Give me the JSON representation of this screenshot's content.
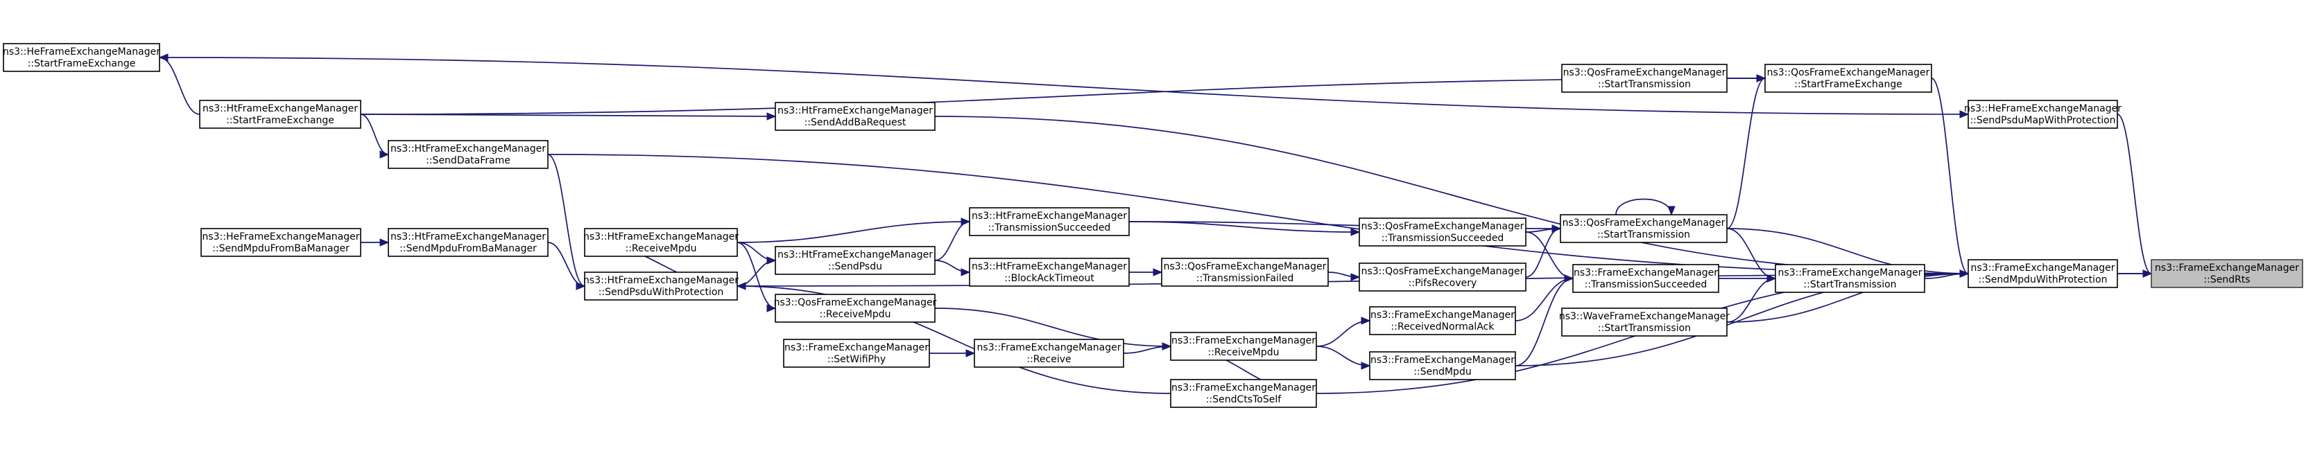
{
  "nodes": [
    {
      "id": "n1",
      "line1": "ns3::FrameExchangeManager",
      "line2": "::SendRts"
    },
    {
      "id": "n2",
      "line1": "ns3::FrameExchangeManager",
      "line2": "::SendMpduWithProtection"
    },
    {
      "id": "n3",
      "line1": "ns3::HeFrameExchangeManager",
      "line2": "::SendPsduMapWithProtection"
    },
    {
      "id": "n4",
      "line1": "ns3::HtFrameExchangeManager",
      "line2": "::SendPsduWithProtection"
    },
    {
      "id": "n5",
      "line1": "ns3::FrameExchangeManager",
      "line2": "::StartTransmission"
    },
    {
      "id": "n6",
      "line1": "ns3::QosFrameExchangeManager",
      "line2": "::StartFrameExchange"
    },
    {
      "id": "n7",
      "line1": "ns3::HtFrameExchangeManager",
      "line2": "::SendAddBaRequest"
    },
    {
      "id": "n8",
      "line1": "ns3::HtFrameExchangeManager",
      "line2": "::SendDataFrame"
    },
    {
      "id": "n9",
      "line1": "ns3::HeFrameExchangeManager",
      "line2": "::StartFrameExchange"
    },
    {
      "id": "n10",
      "line1": "ns3::HtFrameExchangeManager",
      "line2": "::StartFrameExchange"
    },
    {
      "id": "n11",
      "line1": "ns3::QosFrameExchangeManager",
      "line2": "::StartTransmission"
    },
    {
      "id": "n12",
      "line1": "ns3::QosFrameExchangeManager",
      "line2": "::StartTransmission"
    },
    {
      "id": "n13",
      "line1": "ns3::FrameExchangeManager",
      "line2": "::TransmissionSucceeded"
    },
    {
      "id": "n14",
      "line1": "ns3::WaveFrameExchangeManager",
      "line2": "::StartTransmission"
    },
    {
      "id": "n15",
      "line1": "ns3::FrameExchangeManager",
      "line2": "::SendMpdu"
    },
    {
      "id": "n16",
      "line1": "ns3::FrameExchangeManager",
      "line2": "::SendCtsToSelf"
    },
    {
      "id": "n17",
      "line1": "ns3::HtFrameExchangeManager",
      "line2": "::SendMpduFromBaManager"
    },
    {
      "id": "n18",
      "line1": "ns3::HeFrameExchangeManager",
      "line2": "::SendMpduFromBaManager"
    },
    {
      "id": "n19",
      "line1": "ns3::HtFrameExchangeManager",
      "line2": "::ReceiveMpdu"
    },
    {
      "id": "n20",
      "line1": "ns3::HtFrameExchangeManager",
      "line2": "::SendPsdu"
    },
    {
      "id": "n21",
      "line1": "ns3::HtFrameExchangeManager",
      "line2": "::TransmissionSucceeded"
    },
    {
      "id": "n22",
      "line1": "ns3::QosFrameExchangeManager",
      "line2": "::TransmissionSucceeded"
    },
    {
      "id": "n23",
      "line1": "ns3::QosFrameExchangeManager",
      "line2": "::PifsRecovery"
    },
    {
      "id": "n24",
      "line1": "ns3::QosFrameExchangeManager",
      "line2": "::TransmissionFailed"
    },
    {
      "id": "n25",
      "line1": "ns3::HtFrameExchangeManager",
      "line2": "::BlockAckTimeout"
    },
    {
      "id": "n26",
      "line1": "ns3::FrameExchangeManager",
      "line2": "::ReceivedNormalAck"
    },
    {
      "id": "n27",
      "line1": "ns3::FrameExchangeManager",
      "line2": "::ReceiveMpdu"
    },
    {
      "id": "n28",
      "line1": "ns3::QosFrameExchangeManager",
      "line2": "::ReceiveMpdu"
    },
    {
      "id": "n29",
      "line1": "ns3::FrameExchangeManager",
      "line2": "::Receive"
    },
    {
      "id": "n30",
      "line1": "ns3::FrameExchangeManager",
      "line2": "::SetWifiPhy"
    }
  ],
  "edges": [
    {
      "from": "n1",
      "to": "n2"
    },
    {
      "from": "n1",
      "to": "n3"
    },
    {
      "from": "n1",
      "to": "n4"
    },
    {
      "from": "n2",
      "to": "n5"
    },
    {
      "from": "n2",
      "to": "n6"
    },
    {
      "from": "n2",
      "to": "n7"
    },
    {
      "from": "n2",
      "to": "n8"
    },
    {
      "from": "n2",
      "to": "n15"
    },
    {
      "from": "n2",
      "to": "n16"
    },
    {
      "from": "n2",
      "to": "n14"
    },
    {
      "from": "n2",
      "to": "n12"
    },
    {
      "from": "n3",
      "to": "n9"
    },
    {
      "from": "n4",
      "to": "n8"
    },
    {
      "from": "n4",
      "to": "n17"
    },
    {
      "from": "n4",
      "to": "n19"
    },
    {
      "from": "n4",
      "to": "n16"
    },
    {
      "from": "n5",
      "to": "n13"
    },
    {
      "from": "n5",
      "to": "n12"
    },
    {
      "from": "n5",
      "to": "n14"
    },
    {
      "from": "n6",
      "to": "n10"
    },
    {
      "from": "n6",
      "to": "n11"
    },
    {
      "from": "n6",
      "to": "n12"
    },
    {
      "from": "n7",
      "to": "n10"
    },
    {
      "from": "n8",
      "to": "n10"
    },
    {
      "from": "n9",
      "to": "n10"
    },
    {
      "from": "n12",
      "to": "n12"
    },
    {
      "from": "n12",
      "to": "n21"
    },
    {
      "from": "n12",
      "to": "n22"
    },
    {
      "from": "n12",
      "to": "n23"
    },
    {
      "from": "n13",
      "to": "n22"
    },
    {
      "from": "n13",
      "to": "n26"
    },
    {
      "from": "n13",
      "to": "n15"
    },
    {
      "from": "n15",
      "to": "n27"
    },
    {
      "from": "n16",
      "to": "n27"
    },
    {
      "from": "n17",
      "to": "n18"
    },
    {
      "from": "n20",
      "to": "n19"
    },
    {
      "from": "n20",
      "to": "n4"
    },
    {
      "from": "n21",
      "to": "n19"
    },
    {
      "from": "n21",
      "to": "n20"
    },
    {
      "from": "n22",
      "to": "n21"
    },
    {
      "from": "n23",
      "to": "n24"
    },
    {
      "from": "n24",
      "to": "n25"
    },
    {
      "from": "n25",
      "to": "n20"
    },
    {
      "from": "n26",
      "to": "n27"
    },
    {
      "from": "n27",
      "to": "n28"
    },
    {
      "from": "n27",
      "to": "n29"
    },
    {
      "from": "n28",
      "to": "n19"
    },
    {
      "from": "n29",
      "to": "n30"
    }
  ]
}
